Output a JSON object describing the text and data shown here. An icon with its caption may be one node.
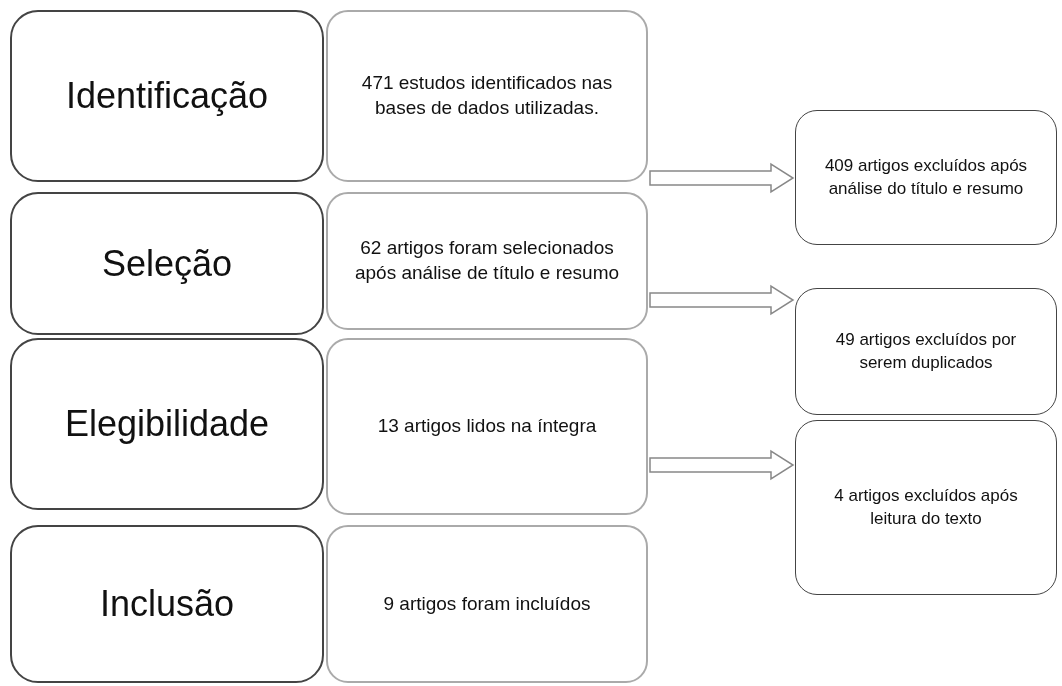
{
  "diagram": {
    "nodes": [
      {
        "text": [
          "Identificação"
        ]
      },
      {
        "text": [
          "471 estudos identificados nas bases de dados utilizadas."
        ]
      },
      {
        "text": [
          "Seleção"
        ]
      },
      {
        "text": [
          "62 artigos foram selecionados após análise de título e resumo"
        ]
      },
      {
        "text": [
          "Elegibilidade"
        ]
      },
      {
        "text": [
          "13 artigos lidos na íntegra"
        ]
      },
      {
        "text": [
          "Inclusão"
        ]
      },
      {
        "text": [
          "9 artigos foram incluídos"
        ]
      },
      {
        "text": [
          "409 artigos excluídos após análise do título e resumo"
        ]
      },
      {
        "text": [
          "49 artigos excluídos por serem duplicados"
        ]
      },
      {
        "text": [
          "4 artigos excluídos após leitura do texto"
        ]
      }
    ],
    "edges": [
      {
        "from": 1,
        "to": 8,
        "arrow": "to"
      },
      {
        "from": 3,
        "to": 9,
        "arrow": "to"
      },
      {
        "from": 5,
        "to": 10,
        "arrow": "to"
      }
    ]
  }
}
